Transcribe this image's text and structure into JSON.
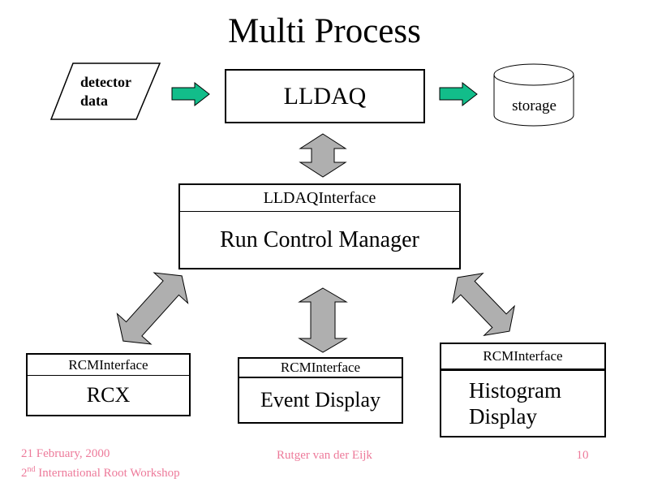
{
  "colors": {
    "arrow_green": "#12BD8A",
    "arrow_gray": "#AFAFAF",
    "footer_pink": "#ED7A9A"
  },
  "title": "Multi Process",
  "diagram": {
    "detector": {
      "line1": "detector",
      "line2": "data"
    },
    "lldaq": {
      "label": "LLDAQ"
    },
    "storage": {
      "label": "storage"
    },
    "rcm": {
      "header": "LLDAQInterface",
      "title": "Run Control Manager"
    },
    "rcx": {
      "header": "RCMInterface",
      "title": "RCX"
    },
    "event_display": {
      "header": "RCMInterface",
      "title": "Event Display"
    },
    "histogram_display": {
      "header": "RCMInterface",
      "line1": "Histogram",
      "line2": "Display"
    }
  },
  "footer": {
    "date": "21 February, 2000",
    "workshop_num": "2",
    "workshop_sup": "nd",
    "workshop_text": "International Root Workshop",
    "author": "Rutger van der Eijk",
    "page": "10"
  }
}
